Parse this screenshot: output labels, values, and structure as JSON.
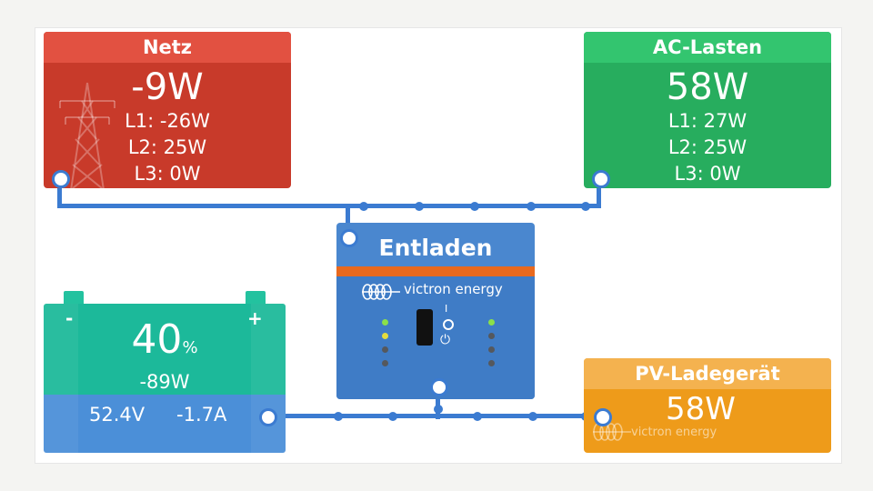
{
  "grid": {
    "title": "Netz",
    "power": "-9W",
    "phases": [
      "L1: -26W",
      "L2: 25W",
      "L3: 0W"
    ],
    "icon": "power-pylon-icon",
    "color": "#e25141"
  },
  "ac_loads": {
    "title": "AC-Lasten",
    "power": "58W",
    "phases": [
      "L1: 27W",
      "L2: 25W",
      "L3: 0W"
    ],
    "color": "#33c56f"
  },
  "inverter": {
    "state": "Entladen",
    "brand": "victron energy",
    "icon": "victron-logo-icon",
    "switch_label_on": "I",
    "switch_label_power": "⏻"
  },
  "battery": {
    "soc": "40",
    "soc_unit": "%",
    "power": "-89W",
    "voltage": "52.4V",
    "current": "-1.7A",
    "minus": "-",
    "plus": "+",
    "color": "#1cb99a"
  },
  "pv_charger": {
    "title": "PV-Ladegerät",
    "power": "58W",
    "brand": "victron energy",
    "color": "#f4b24f"
  }
}
